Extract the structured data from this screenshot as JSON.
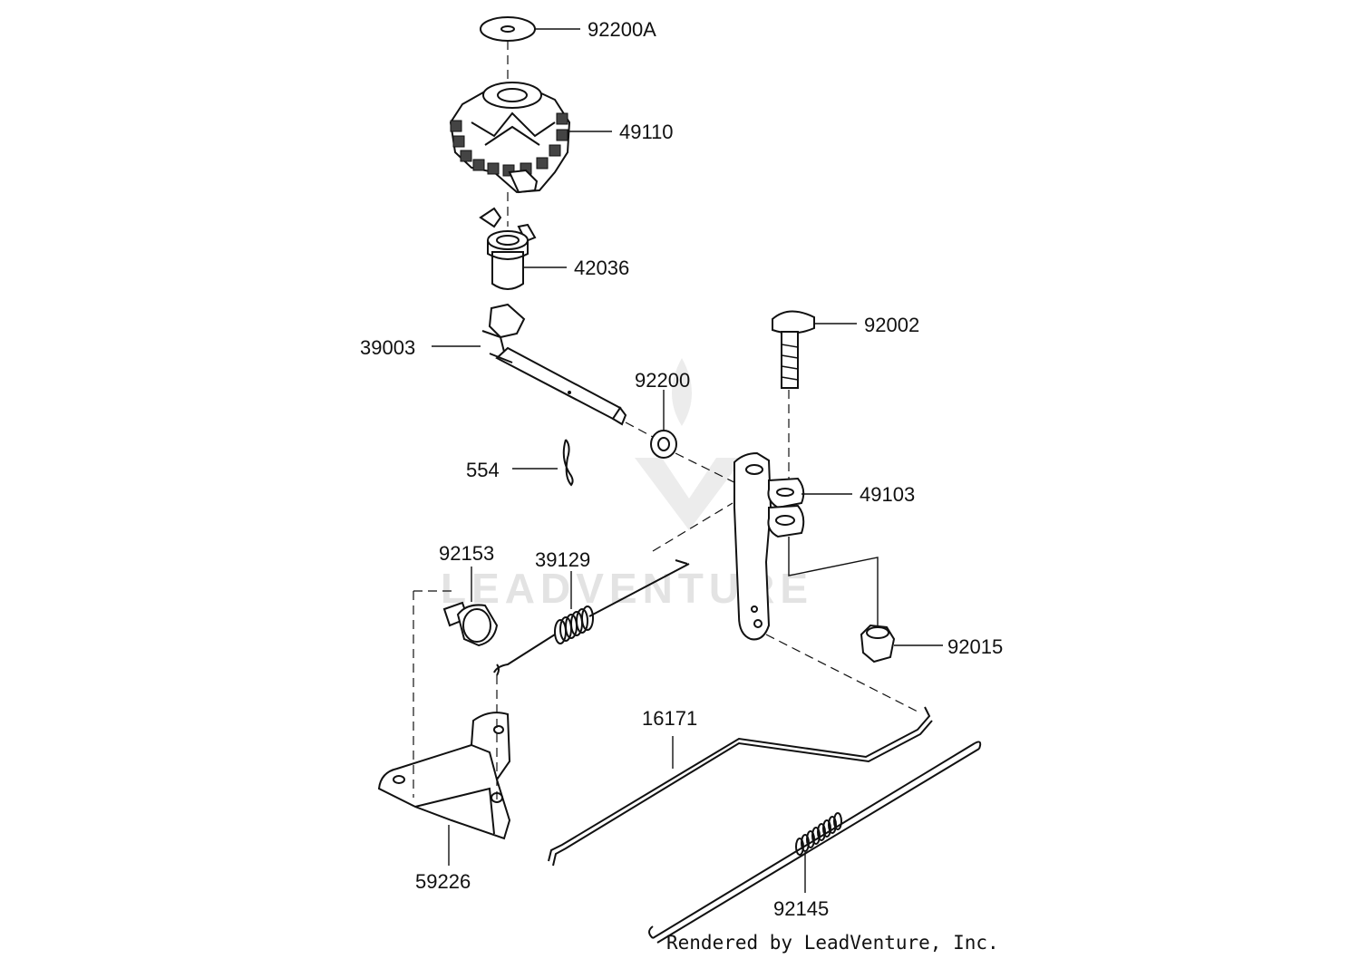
{
  "watermark": "LEADVENTURE",
  "credit": "Rendered by LeadVenture, Inc.",
  "parts": [
    {
      "id": "p-92200A",
      "number": "92200A"
    },
    {
      "id": "p-49110",
      "number": "49110"
    },
    {
      "id": "p-42036",
      "number": "42036"
    },
    {
      "id": "p-39003",
      "number": "39003"
    },
    {
      "id": "p-92002",
      "number": "92002"
    },
    {
      "id": "p-92200",
      "number": "92200"
    },
    {
      "id": "p-554",
      "number": "554"
    },
    {
      "id": "p-49103",
      "number": "49103"
    },
    {
      "id": "p-92153",
      "number": "92153"
    },
    {
      "id": "p-39129",
      "number": "39129"
    },
    {
      "id": "p-92015",
      "number": "92015"
    },
    {
      "id": "p-16171",
      "number": "16171"
    },
    {
      "id": "p-59226",
      "number": "59226"
    },
    {
      "id": "p-92145",
      "number": "92145"
    }
  ]
}
